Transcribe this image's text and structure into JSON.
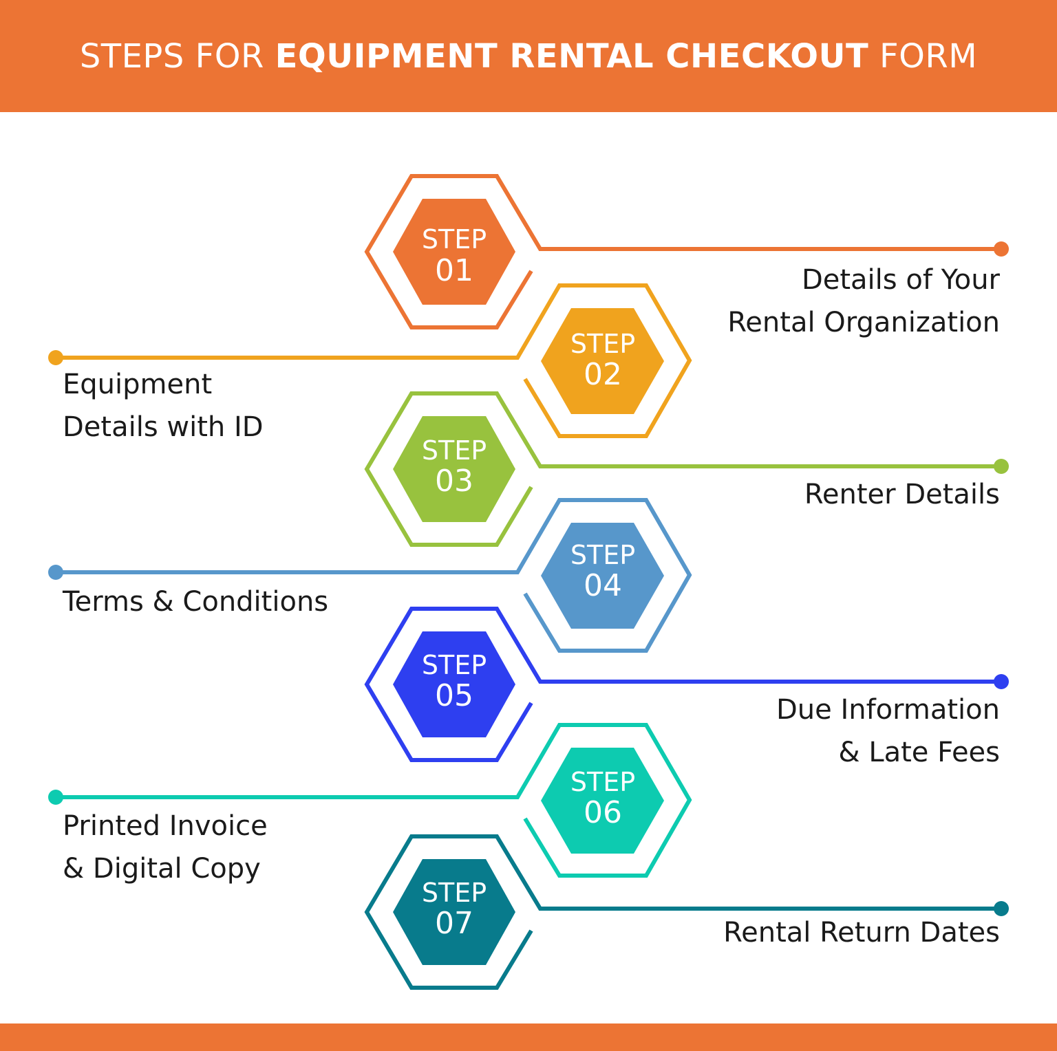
{
  "header": {
    "title_prefix": "STEPS FOR ",
    "title_bold": "EQUIPMENT RENTAL CHECKOUT",
    "title_suffix": " FORM",
    "background": "#ec7434"
  },
  "steps": [
    {
      "step_label": "STEP",
      "number": "01",
      "title_lines": [
        "Details of Your",
        "Rental Organization"
      ],
      "side": "right",
      "color": "#ec7434"
    },
    {
      "step_label": "STEP",
      "number": "02",
      "title_lines": [
        "Equipment",
        "Details with ID"
      ],
      "side": "left",
      "color": "#f0a31e"
    },
    {
      "step_label": "STEP",
      "number": "03",
      "title_lines": [
        "Renter Details"
      ],
      "side": "right",
      "color": "#98c23e"
    },
    {
      "step_label": "STEP",
      "number": "04",
      "title_lines": [
        "Terms & Conditions"
      ],
      "side": "left",
      "color": "#5797cb"
    },
    {
      "step_label": "STEP",
      "number": "05",
      "title_lines": [
        "Due Information",
        "& Late Fees"
      ],
      "side": "right",
      "color": "#2e3ff0"
    },
    {
      "step_label": "STEP",
      "number": "06",
      "title_lines": [
        "Printed Invoice",
        "& Digital Copy"
      ],
      "side": "left",
      "color": "#0dcbb0"
    },
    {
      "step_label": "STEP",
      "number": "07",
      "title_lines": [
        "Rental Return Dates"
      ],
      "side": "right",
      "color": "#087b8c"
    }
  ],
  "footer": {
    "background": "#ec7434"
  }
}
